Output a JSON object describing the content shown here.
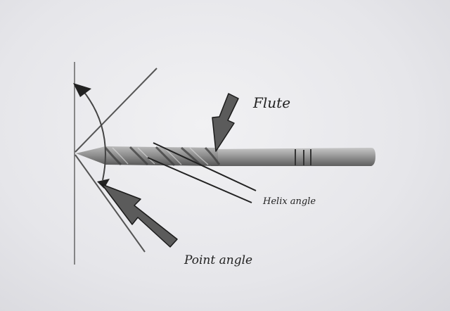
{
  "labels": {
    "flute": "Flute",
    "helix_angle": "Helix angle",
    "point_angle": "Point angle"
  },
  "colors": {
    "background": "#e9e9ec",
    "drill_body": "#8a8a8a",
    "drill_shank": "#9c9c9c",
    "arrow_fill": "#5b5b5b",
    "arrow_stroke": "#1a1a1a",
    "line": "#333333"
  }
}
